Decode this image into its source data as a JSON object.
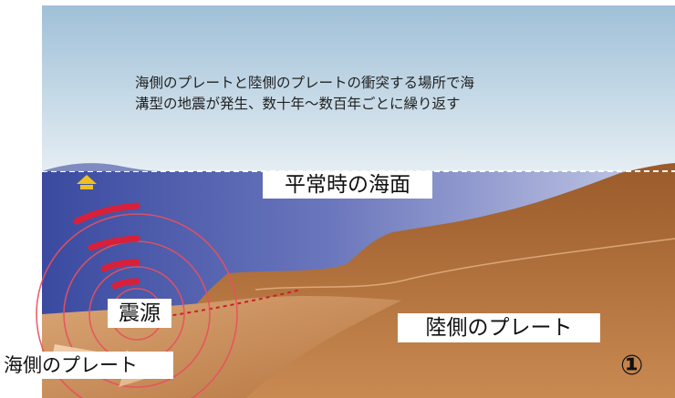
{
  "description_lines": [
    "海側のプレートと陸側のプレートの衝突する場所で海",
    "溝型の地震が発生、数十年～数百年ごとに繰り返す"
  ],
  "labels": {
    "normal_sea_level": "平常時の海面",
    "hypocenter": "震源",
    "land_plate": "陸側のプレート",
    "ocean_plate": "海側のプレート"
  },
  "panel_number": "①",
  "colors": {
    "sky_top": "#9fc0d8",
    "sky_bottom": "#e6eef3",
    "sea_deep": "#3a4aa0",
    "sea_light": "#c8cde8",
    "land_dark": "#9a5a2a",
    "land_light": "#d9a574",
    "wave_red": "#d8203a",
    "arrow_yellow": "#f0c020"
  },
  "icons": {
    "uplift_arrow": "up-arrow-icon",
    "subduction_arrow": "right-down-arrow-icon"
  }
}
